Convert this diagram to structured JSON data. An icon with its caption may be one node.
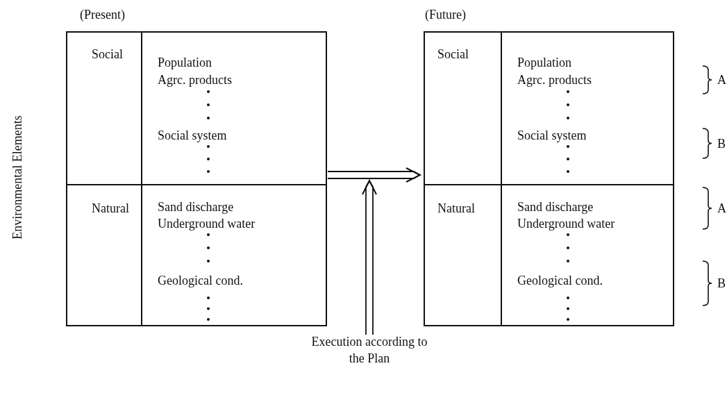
{
  "diagram": {
    "nodes": [
      {
        "text": [
          "(Present)"
        ]
      },
      {
        "text": [
          "Social"
        ],
        "in": 0
      },
      {
        "text": [
          "Population",
          "Agrc. products",
          "Social system"
        ],
        "in": 0
      },
      {
        "text": [
          "Natural"
        ],
        "in": 0
      },
      {
        "text": [
          "Sand discharge",
          "Underground water",
          "Geological cond."
        ],
        "in": 0
      },
      {
        "text": [
          "(Future)"
        ]
      },
      {
        "text": [
          "Social"
        ],
        "in": 5
      },
      {
        "text": [
          "Population",
          "Agrc. products",
          "Social system"
        ],
        "in": 5
      },
      {
        "text": [
          "Natural"
        ],
        "in": 5
      },
      {
        "text": [
          "Sand discharge",
          "Underground water",
          "Geological cond."
        ],
        "in": 5
      },
      {
        "text": [
          "Execution according to the Plan"
        ]
      }
    ],
    "edges": [
      {
        "from": 0,
        "to": 5,
        "arrow": "to"
      },
      {
        "from": 10,
        "to": null,
        "arrow": "to"
      }
    ],
    "labels": [
      "Environmental Elements",
      "A",
      "B",
      "A",
      "B"
    ]
  }
}
